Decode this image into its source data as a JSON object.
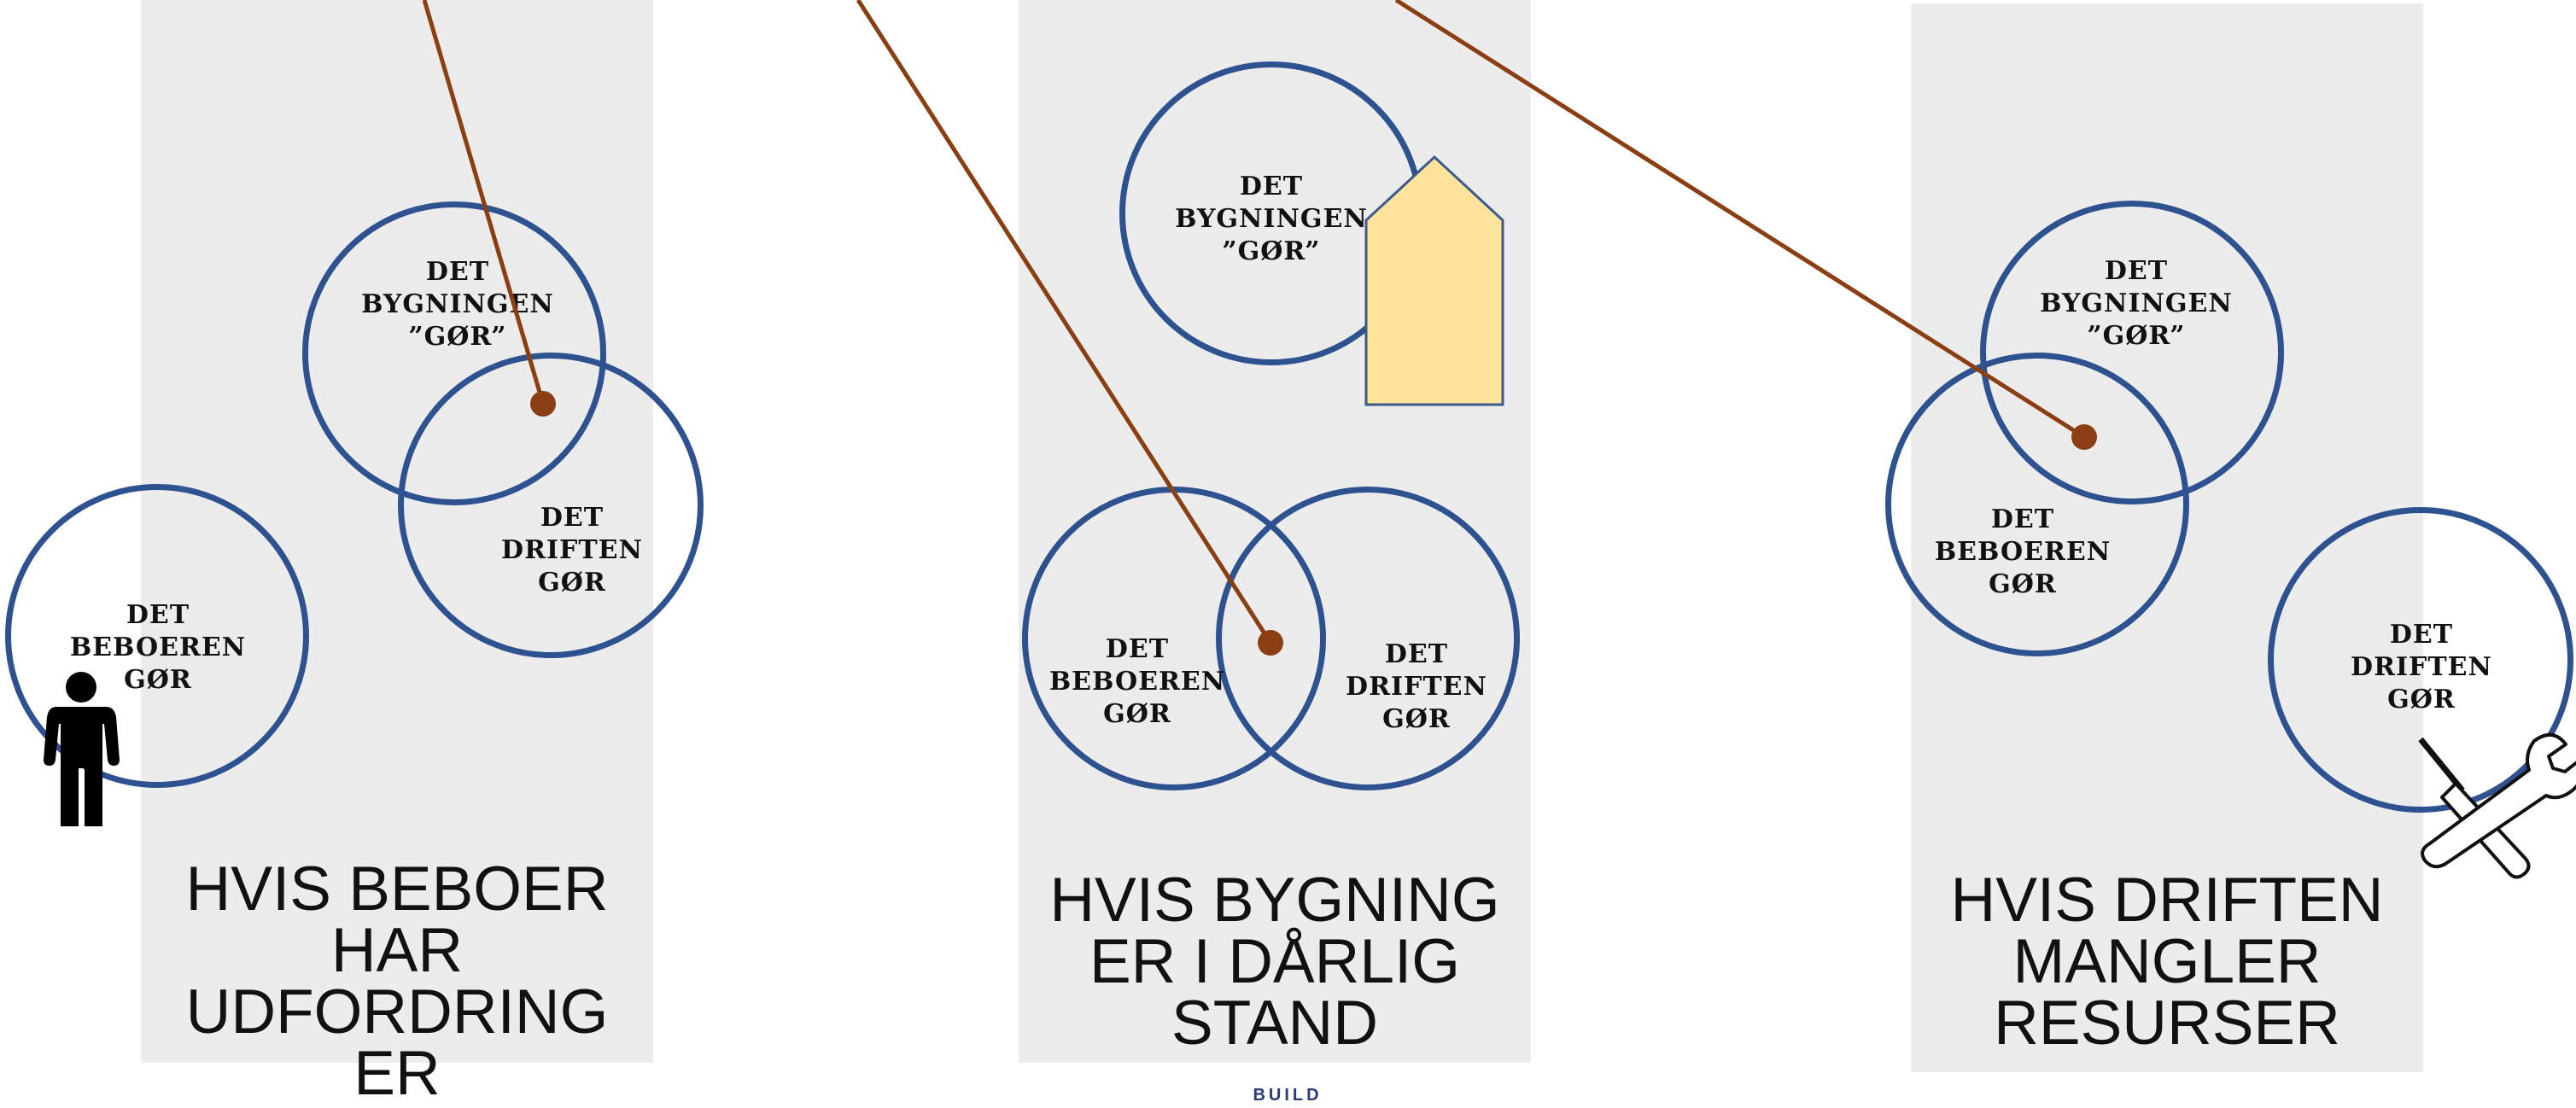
{
  "colors": {
    "circle": "#2e5290",
    "panel": "#ececec",
    "connector": "#8a3e12",
    "house": "#fde49a"
  },
  "icons": [
    "person-icon",
    "house-icon",
    "tools-icon"
  ],
  "panels": [
    {
      "title_lines": [
        "HVIS BEBOER",
        "HAR",
        "UDFORDRING",
        "ER"
      ],
      "circles": [
        {
          "lines": [
            "DET",
            "BYGNINGEN",
            "”GØR”"
          ]
        },
        {
          "lines": [
            "DET",
            "DRIFTEN",
            "GØR"
          ]
        },
        {
          "lines": [
            "DET",
            "BEBOEREN",
            "GØR"
          ]
        }
      ]
    },
    {
      "title_lines": [
        "HVIS BYGNING",
        "ER I DÅRLIG",
        "STAND"
      ],
      "circles": [
        {
          "lines": [
            "DET",
            "BYGNINGEN",
            "”GØR”"
          ]
        },
        {
          "lines": [
            "DET",
            "BEBOEREN",
            "GØR"
          ]
        },
        {
          "lines": [
            "DET",
            "DRIFTEN",
            "GØR"
          ]
        }
      ]
    },
    {
      "title_lines": [
        "HVIS DRIFTEN",
        "MANGLER",
        "RESURSER"
      ],
      "circles": [
        {
          "lines": [
            "DET",
            "BYGNINGEN",
            "”GØR”"
          ]
        },
        {
          "lines": [
            "DET",
            "BEBOEREN",
            "GØR"
          ]
        },
        {
          "lines": [
            "DET",
            "DRIFTEN",
            "GØR"
          ]
        }
      ]
    }
  ],
  "footer": "BUILD"
}
